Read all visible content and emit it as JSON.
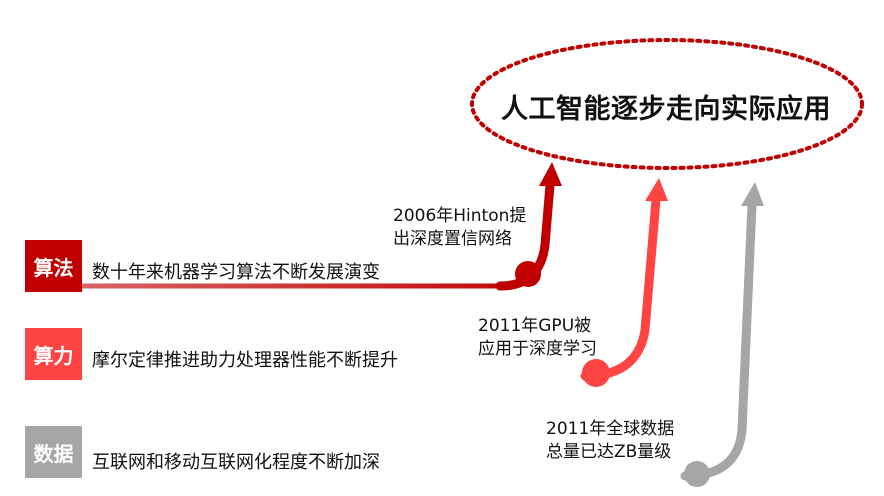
{
  "goal": "人工智能逐步走向实际应用",
  "colors": {
    "algorithm": "#C00000",
    "computing": "#FF4444",
    "data": "#A6A6A6",
    "ellipse": "#C00000"
  },
  "tracks": [
    {
      "tag": "算法",
      "description": "数十年来机器学习算法不断发展演变",
      "milestone_line1": "2006年Hinton提",
      "milestone_line2": "出深度置信网络"
    },
    {
      "tag": "算力",
      "description": "摩尔定律推进助力处理器性能不断提升",
      "milestone_line1": "2011年GPU被",
      "milestone_line2": "应用于深度学习"
    },
    {
      "tag": "数据",
      "description": "互联网和移动互联网化程度不断加深",
      "milestone_line1": "2011年全球数据",
      "milestone_line2": "总量已达ZB量级"
    }
  ]
}
